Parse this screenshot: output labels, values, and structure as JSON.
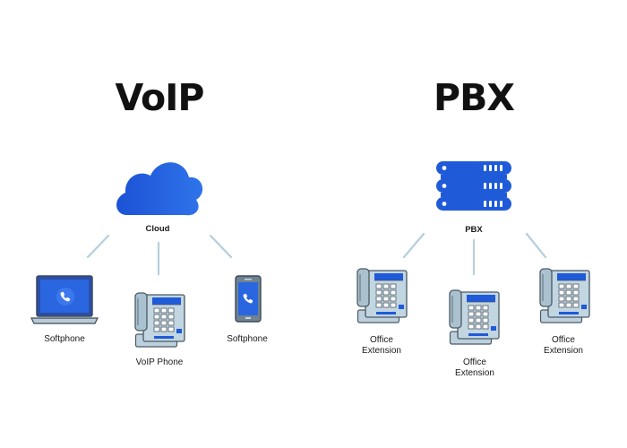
{
  "voip": {
    "title": "VoIP",
    "hub_label": "Cloud",
    "devices": [
      {
        "icon": "laptop-icon",
        "label": "Softphone"
      },
      {
        "icon": "desk-phone-icon",
        "label": "VoIP Phone"
      },
      {
        "icon": "smartphone-icon",
        "label": "Softphone"
      }
    ]
  },
  "pbx": {
    "title": "PBX",
    "hub_label": "PBX",
    "extensions": [
      {
        "icon": "desk-phone-icon",
        "line1": "Office",
        "line2": "Extension"
      },
      {
        "icon": "desk-phone-icon",
        "line1": "Office",
        "line2": "Extension"
      },
      {
        "icon": "desk-phone-icon",
        "line1": "Office",
        "line2": "Extension"
      }
    ]
  },
  "colors": {
    "accent_blue": "#1f5ad8",
    "connector": "#b5cfdc",
    "phone_body": "#b5ccd8",
    "phone_outline": "#4b5963"
  }
}
